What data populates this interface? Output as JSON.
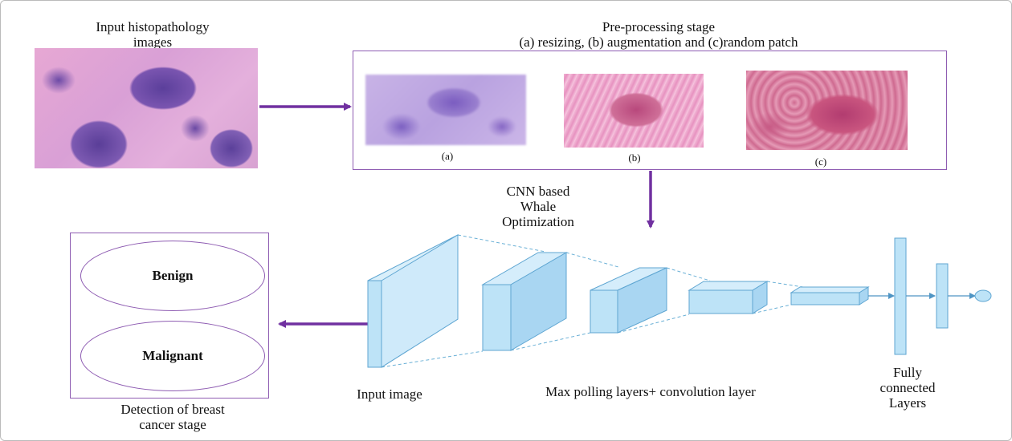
{
  "input": {
    "title": "Input histopathology\nimages"
  },
  "preprocess": {
    "title": "Pre-processing stage\n(a) resizing, (b) augmentation and (c)random patch",
    "captions": [
      "(a)",
      "(b)",
      "(c)"
    ]
  },
  "cnn": {
    "label": "CNN based\nWhale\nOptimization"
  },
  "network": {
    "input_label": "Input image",
    "layers_label": "Max polling layers+ convolution layer",
    "fc_label": "Fully\nconnected\nLayers"
  },
  "output": {
    "classes": [
      "Benign",
      "Malignant"
    ],
    "caption": "Detection of breast\ncancer stage"
  },
  "colors": {
    "accent": "#7030a0",
    "layer_fill": "#bde3f7",
    "layer_stroke": "#5fa6d2",
    "dashed": "#6ab0d6"
  }
}
